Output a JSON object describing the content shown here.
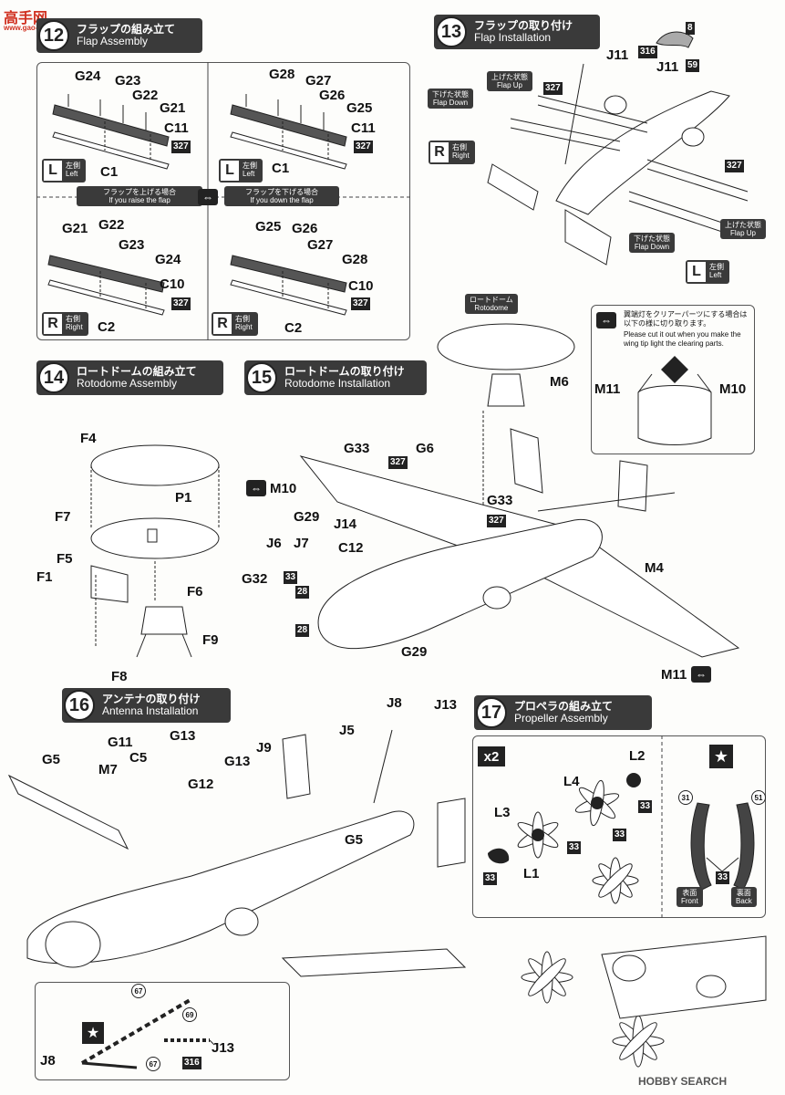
{
  "watermark": {
    "site_cn": "高手网",
    "site_url": "www.gao-shou.com",
    "footer": "HOBBY SEARCH"
  },
  "steps": {
    "s12": {
      "num": "12",
      "jp": "フラップの組み立て",
      "en": "Flap Assembly"
    },
    "s13": {
      "num": "13",
      "jp": "フラップの取り付け",
      "en": "Flap Installation"
    },
    "s14": {
      "num": "14",
      "jp": "ロートドームの組み立て",
      "en": "Rotodome Assembly"
    },
    "s15": {
      "num": "15",
      "jp": "ロートドームの取り付け",
      "en": "Rotodome Installation"
    },
    "s16": {
      "num": "16",
      "jp": "アンテナの取り付け",
      "en": "Antenna Installation"
    },
    "s17": {
      "num": "17",
      "jp": "プロペラの組み立て",
      "en": "Propeller Assembly"
    }
  },
  "step12": {
    "left_top": [
      "G24",
      "G23",
      "G22",
      "G21",
      "C11"
    ],
    "left_top_base": "C1",
    "right_top": [
      "G28",
      "G27",
      "G26",
      "G25",
      "C11"
    ],
    "right_top_base": "C1",
    "left_bot": [
      "G21",
      "G22",
      "G23",
      "G24",
      "C10"
    ],
    "left_bot_base": "C2",
    "right_bot": [
      "G25",
      "G26",
      "G27",
      "G28",
      "C10"
    ],
    "right_bot_base": "C2",
    "paint": "327",
    "raise_jp": "フラップを上げる場合",
    "raise_en": "If you raise the flap",
    "down_jp": "フラップを下げる場合",
    "down_en": "If you down the flap",
    "left_jp": "左側",
    "left_en": "Left",
    "left_letter": "L",
    "right_jp": "右側",
    "right_en": "Right",
    "right_letter": "R"
  },
  "step13": {
    "parts": [
      "J11",
      "J11",
      "8",
      "316",
      "59",
      "327",
      "327"
    ],
    "flap_up_jp": "上げた状態",
    "flap_up_en": "Flap Up",
    "flap_down_jp": "下げた状態",
    "flap_down_en": "Flap Down",
    "right_letter": "R",
    "right_jp": "右側",
    "right_en": "Right",
    "left_letter": "L",
    "left_jp": "左側",
    "left_en": "Left"
  },
  "step14": {
    "parts": [
      "F4",
      "P1",
      "F7",
      "F5",
      "F1",
      "F6",
      "F9",
      "F8"
    ]
  },
  "step15": {
    "rotodome_jp": "ロートドーム",
    "rotodome_en": "Rotodome",
    "parts": [
      "M6",
      "G33",
      "G6",
      "M10",
      "G33",
      "G29",
      "J14",
      "C12",
      "J6",
      "J7",
      "G32",
      "M4",
      "G29",
      "M11",
      "M11",
      "M10"
    ],
    "paints": [
      "327",
      "327",
      "33",
      "28",
      "28"
    ],
    "tip_note_jp": "翼端灯をクリアーパーツにする場合は以下の様に切り取ります。",
    "tip_note_en": "Please cut it out when you make the wing tip light the clearing parts."
  },
  "step16": {
    "parts": [
      "J8",
      "J13",
      "J5",
      "G5",
      "M7",
      "C5",
      "G11",
      "G13",
      "G12",
      "G13",
      "J9",
      "G5",
      "J8",
      "J13"
    ],
    "paints": [
      "67",
      "69",
      "67",
      "316"
    ]
  },
  "step17": {
    "x2": "x2",
    "parts": [
      "L2",
      "L4",
      "L3",
      "L1"
    ],
    "paints": [
      "33",
      "33",
      "33",
      "33",
      "33",
      "31",
      "51",
      "33"
    ],
    "front_jp": "表面",
    "front_en": "Front",
    "back_jp": "裏面",
    "back_en": "Back"
  }
}
